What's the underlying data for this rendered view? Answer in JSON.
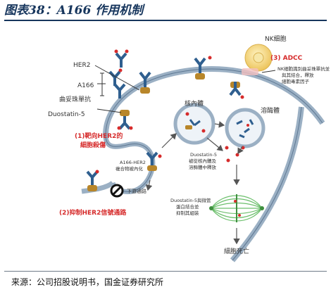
{
  "header": {
    "title": "图表38：A166 作用机制"
  },
  "labels": {
    "nk": "NK细胞",
    "adcc": "(3) ADCC",
    "adcc_desc": [
      "NK细胞識別曲妥珠單抗並",
      "與其結合，釋放",
      "細胞毒素因子"
    ],
    "her2": "HER2",
    "a166": "A166",
    "trastuzumab": "曲妥珠單抗",
    "duostatin": "Duostatin-5",
    "endosome": "核內體",
    "lysosome": "溶酶體",
    "target": [
      "(1)靶向HER2的",
      "細胞殺傷"
    ],
    "internalize": [
      "A166-HER2",
      "複合物被內化"
    ],
    "release": [
      "Duostatin-5",
      "被從核內體及",
      "溶酶體中釋放"
    ],
    "downstream": "下游通路",
    "inhibit": "(2)抑制HER2信號通路",
    "tubulin": [
      "Duostatin-5與微管",
      "蛋白結合並",
      "抑制其組裝"
    ],
    "death": "細胞死亡"
  },
  "footer": {
    "source": "来源：公司招股说明书，国金证券研究所"
  },
  "colors": {
    "membrane": "#9bb0c4",
    "membrane_line": "#5e7893",
    "antibody": "#2f5f8f",
    "her2": "#b8862a",
    "drug": "#d62b2b",
    "red_label": "#d62b2b",
    "title": "#17365d",
    "spindle": "#6cbf6c",
    "nk": "#f3d27a"
  }
}
